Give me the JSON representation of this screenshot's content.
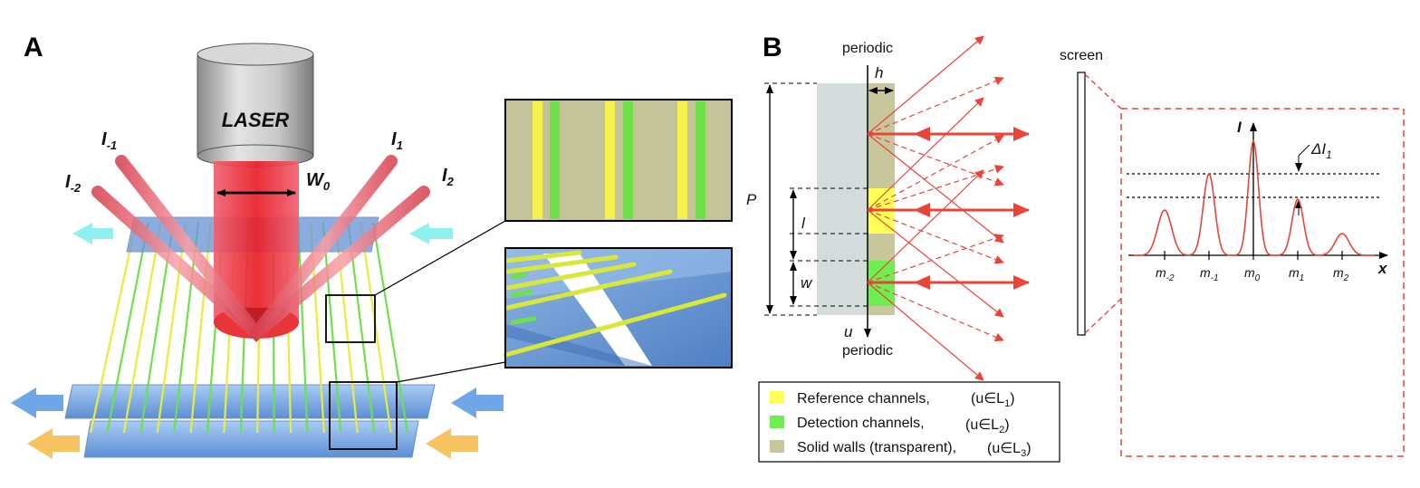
{
  "panel_a": {
    "letter": "A",
    "laser_label": "LASER",
    "waist_label": "W",
    "waist_sub": "0",
    "beams": [
      {
        "base": "I",
        "sub": "-2"
      },
      {
        "base": "I",
        "sub": "-1"
      },
      {
        "base": "I",
        "sub": "1"
      },
      {
        "base": "I",
        "sub": "2"
      }
    ],
    "colors": {
      "yellow": "#e8ec3a",
      "green": "#6fe04a",
      "blue": "#7fb0e8",
      "orange": "#f5c060",
      "laser": "#e8343a",
      "cyan": "#8ff0f0"
    }
  },
  "panel_b": {
    "letter": "B",
    "top_label": "periodic",
    "bottom_label": "periodic",
    "h_label": "h",
    "p_label": "P",
    "l_label": "l",
    "w_label": "w",
    "u_label": "u",
    "screen_label": "screen",
    "colors": {
      "wall": "#c8c69c",
      "glass": "#d4dcdc",
      "yellow": "#ffff55",
      "green": "#6fee50",
      "ray": "#e8443a"
    }
  },
  "inset": {
    "intensity_label": "I",
    "delta_label": "ΔI",
    "delta_sub": "1",
    "x_label": "x",
    "ticks": [
      {
        "base": "m",
        "sub": "-2"
      },
      {
        "base": "m",
        "sub": "-1"
      },
      {
        "base": "m",
        "sub": "0"
      },
      {
        "base": "m",
        "sub": "1"
      },
      {
        "base": "m",
        "sub": "2"
      }
    ]
  },
  "legend": {
    "items": [
      {
        "label": "Reference channels,",
        "set": "(u∈L",
        "sub": "1",
        "close": ")",
        "color": "#ffff55"
      },
      {
        "label": "Detection channels,",
        "set": "(u∈L",
        "sub": "2",
        "close": ")",
        "color": "#6fee50"
      },
      {
        "label": "Solid walls (transparent),",
        "set": "(u∈L",
        "sub": "3",
        "close": ")",
        "color": "#c8c69c"
      }
    ]
  }
}
